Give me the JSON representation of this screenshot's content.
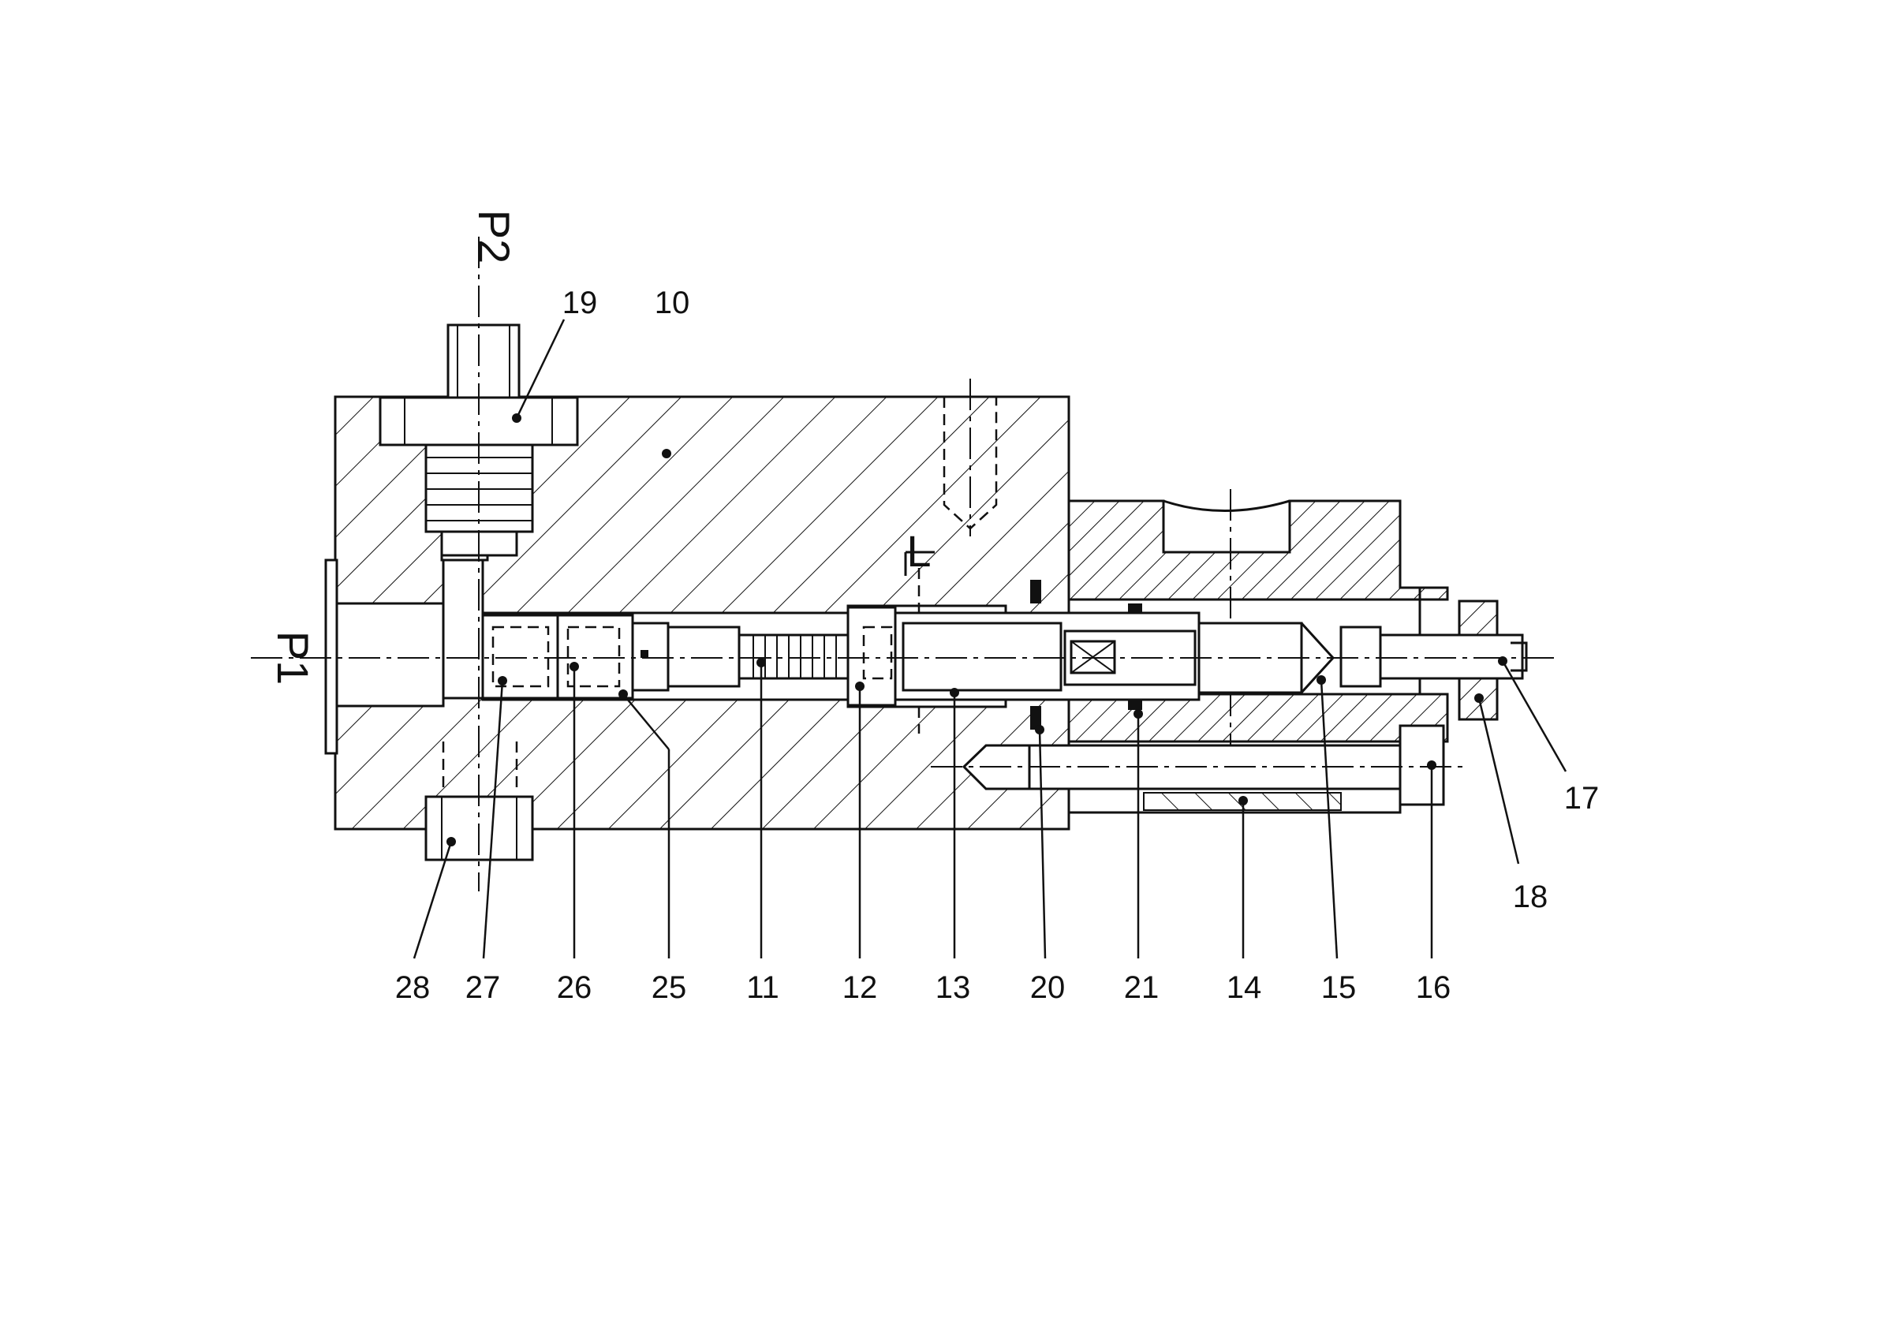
{
  "ports": {
    "p1": "P1",
    "p2": "P2",
    "l": "L"
  },
  "labels": {
    "n10": "10",
    "n11": "11",
    "n12": "12",
    "n13": "13",
    "n14": "14",
    "n15": "15",
    "n16": "16",
    "n17": "17",
    "n18": "18",
    "n19": "19",
    "n20": "20",
    "n21": "21",
    "n25": "25",
    "n26": "26",
    "n27": "27",
    "n28": "28"
  }
}
